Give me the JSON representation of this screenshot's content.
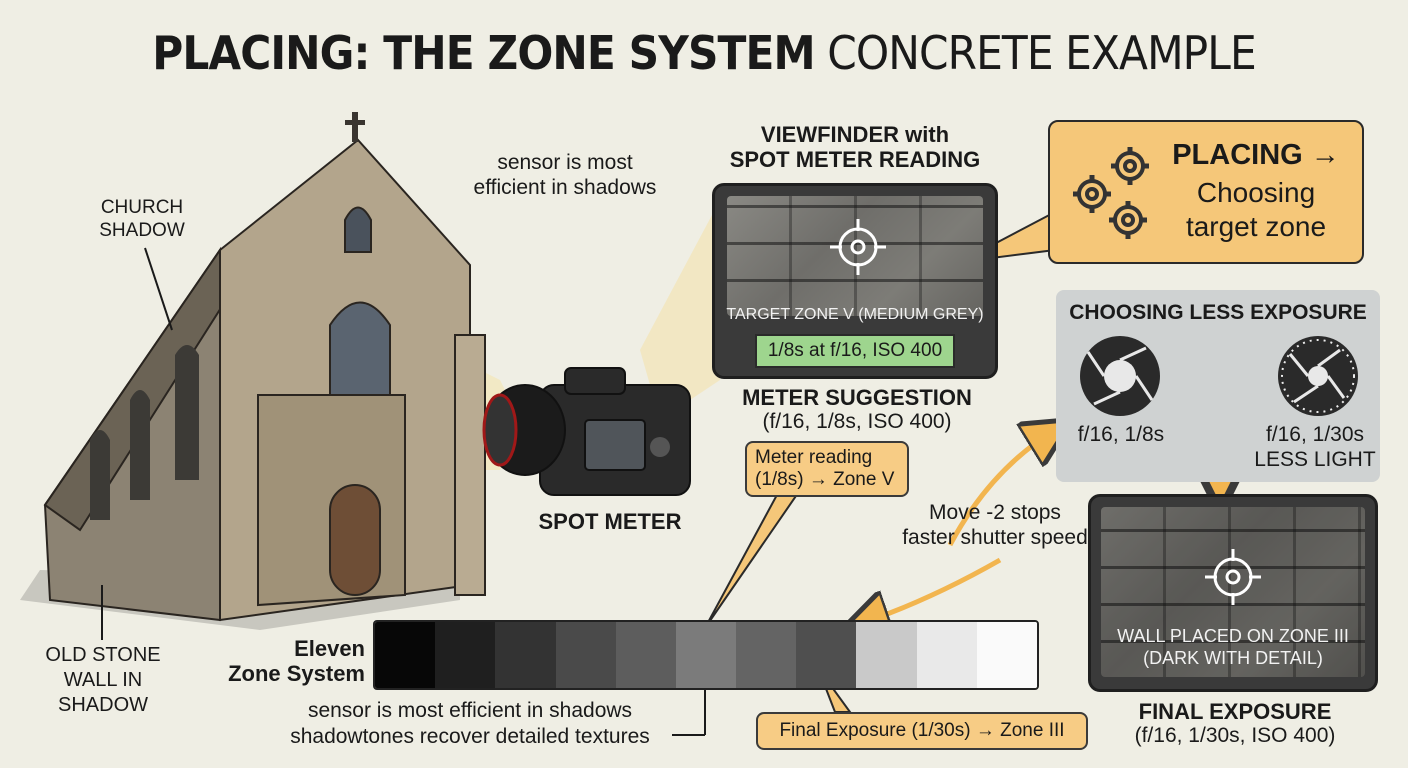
{
  "title": {
    "bold": "PLACING: THE ZONE SYSTEM",
    "light": "CONCRETE EXAMPLE"
  },
  "church": {
    "shadow_label_1": "CHURCH",
    "shadow_label_2": "SHADOW",
    "wall_label_1": "OLD STONE",
    "wall_label_2": "WALL IN",
    "wall_label_3": "SHADOW"
  },
  "sensor_note_1": "sensor is most",
  "sensor_note_2": "efficient in shadows",
  "camera_label": "SPOT METER",
  "viewfinder": {
    "title_1": "VIEWFINDER with",
    "title_2": "SPOT METER READING",
    "target": "TARGET ZONE V (MEDIUM GREY)",
    "reading": "1/8s at f/16, ISO 400"
  },
  "meter": {
    "title": "METER SUGGESTION",
    "settings": "(f/16, 1/8s, ISO 400)",
    "callout_1": "Meter reading",
    "callout_2": "(1/8s) → Zone V"
  },
  "placing": {
    "title": "PLACING →",
    "sub_1": "Choosing",
    "sub_2": "target zone"
  },
  "less_exposure": {
    "title": "CHOOSING LESS EXPOSURE",
    "left": "f/16, 1/8s",
    "right_1": "f/16, 1/30s",
    "right_2": "LESS LIGHT"
  },
  "move": {
    "line_1": "Move -2 stops",
    "line_2": "faster shutter speed"
  },
  "zone_scale": {
    "label_1": "Eleven",
    "label_2": "Zone System",
    "zones": [
      "#070707",
      "#1f1f1f",
      "#333333",
      "#4a4a4a",
      "#5d5d5d",
      "#7b7b7b",
      "#646464",
      "#4f4f4f",
      "#c9c9c9",
      "#e9e9e9",
      "#fafafa"
    ],
    "note_1": "sensor is most efficient in shadows",
    "note_2": "shadowtones recover detailed textures"
  },
  "final": {
    "callout": "Final Exposure (1/30s) → Zone III",
    "screen_1": "WALL PLACED ON ZONE III",
    "screen_2": "(DARK WITH DETAIL)",
    "title": "FINAL EXPOSURE",
    "settings": "(f/16, 1/30s, ISO 400)"
  }
}
